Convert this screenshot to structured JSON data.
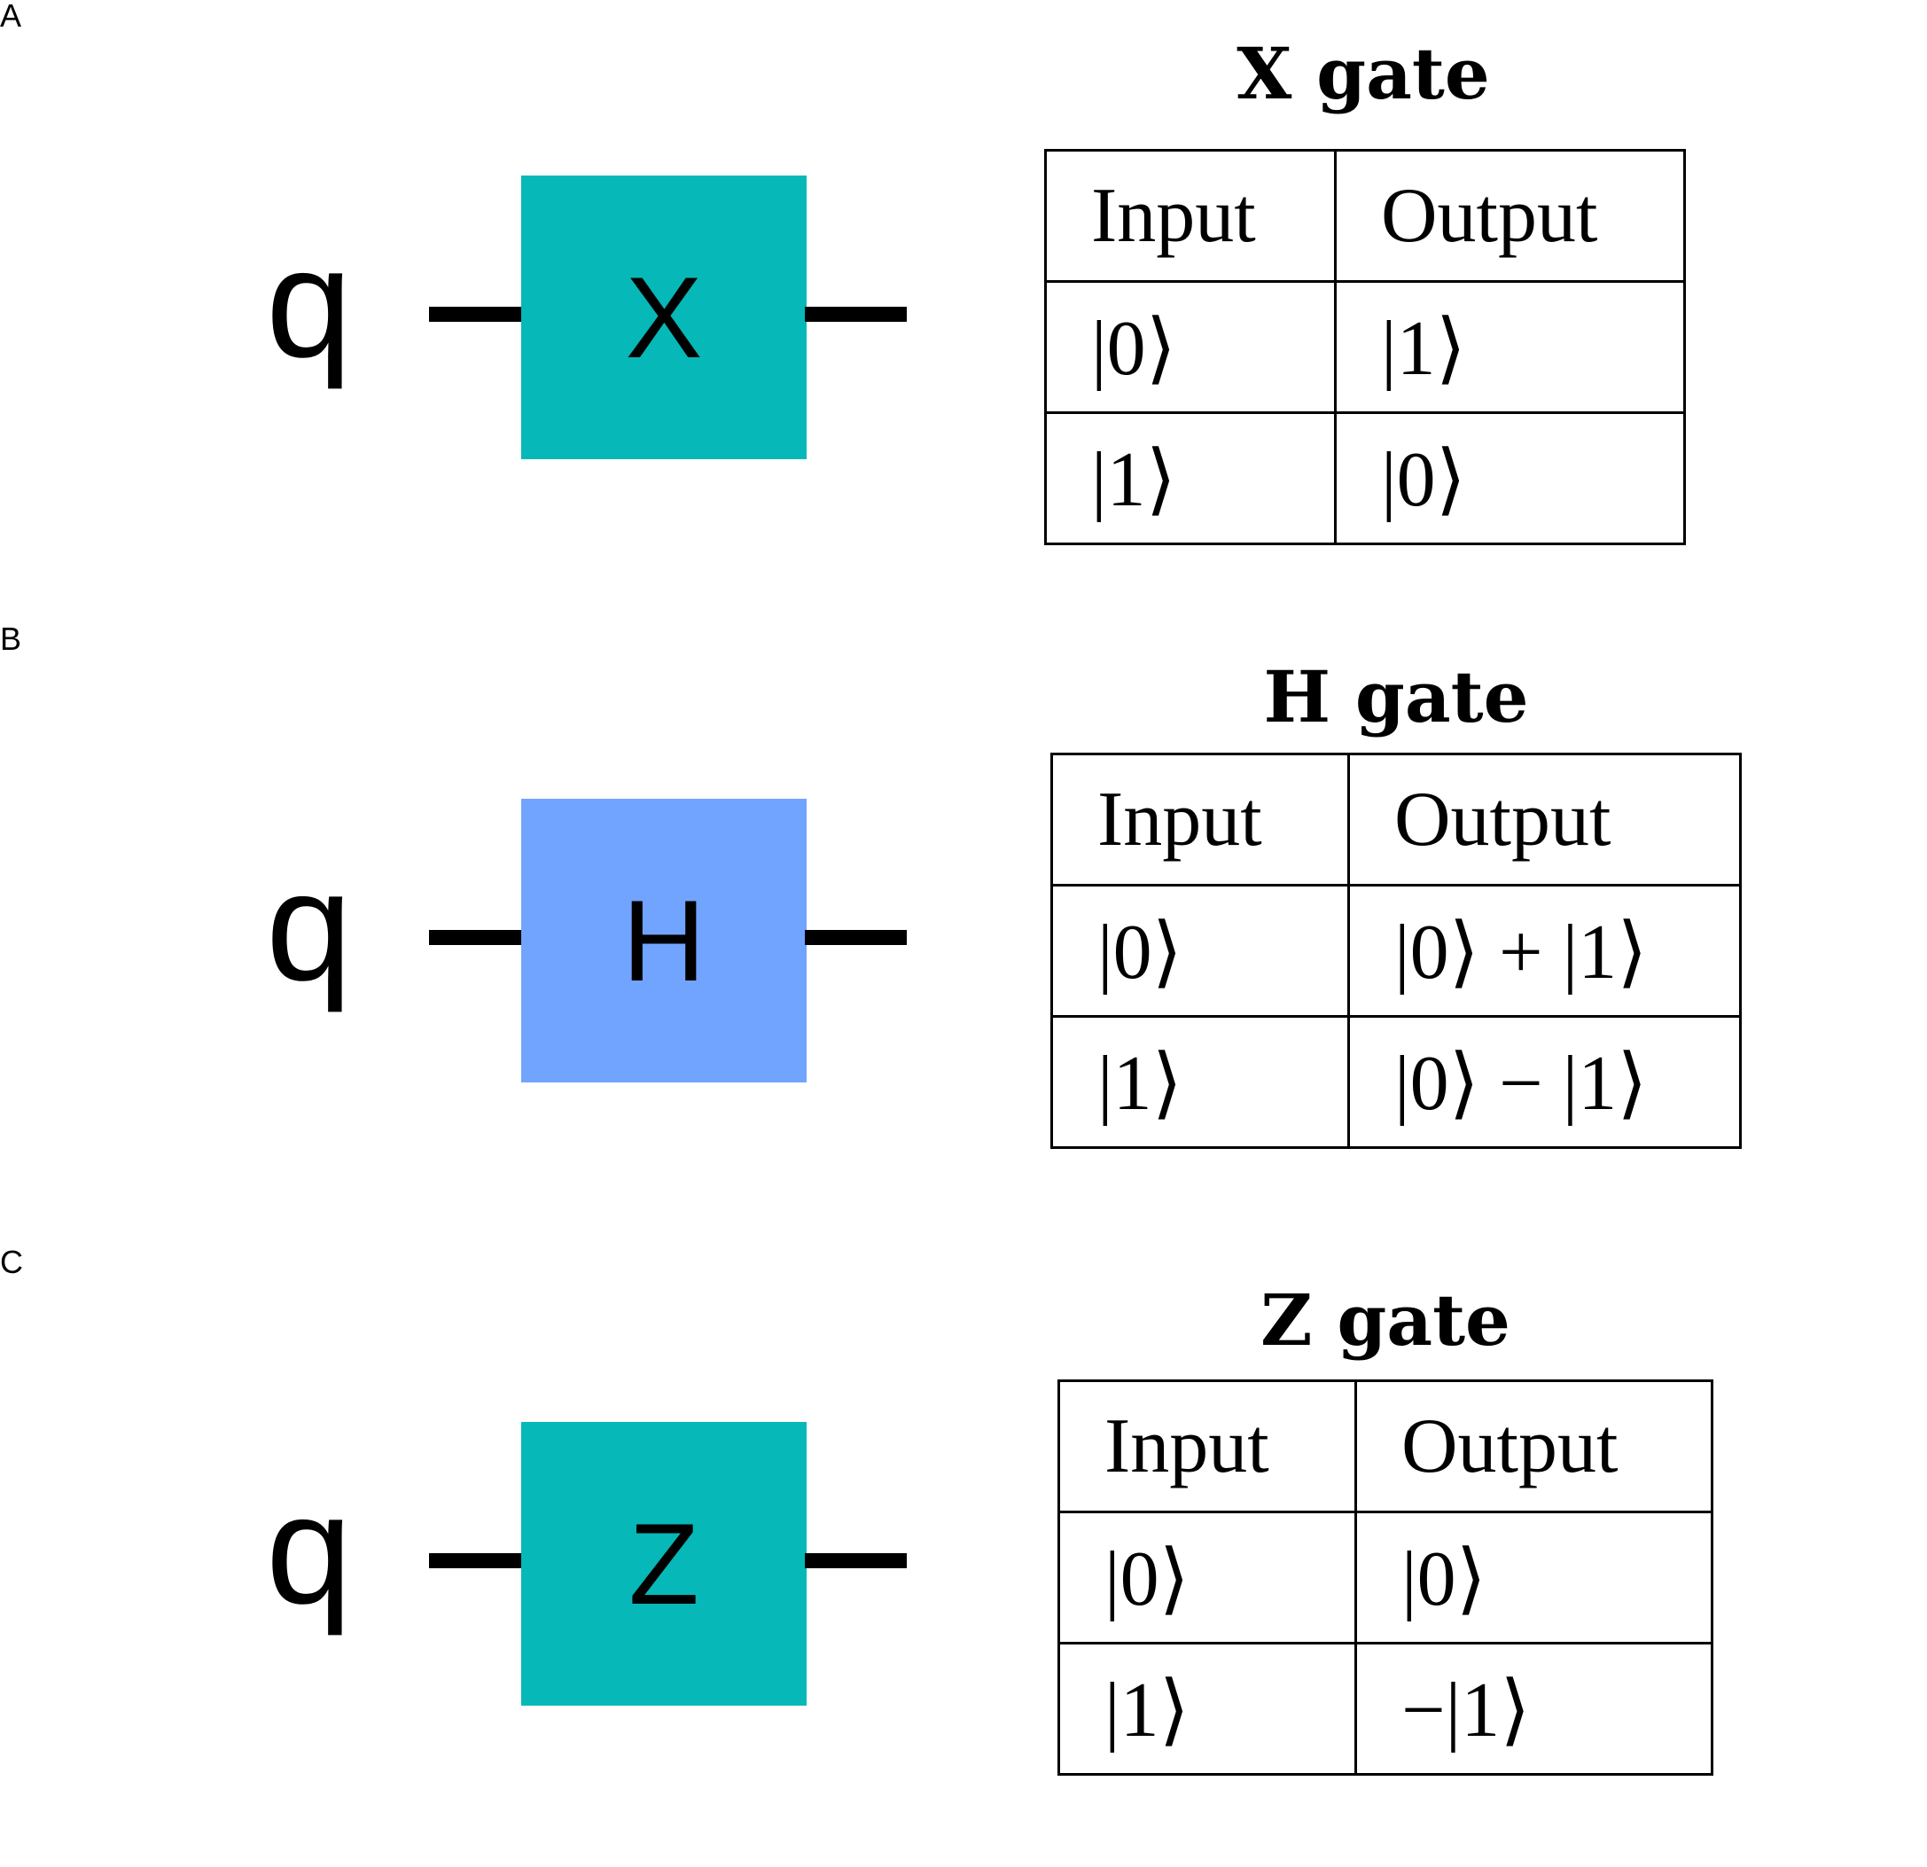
{
  "panels": [
    {
      "letter": "A",
      "qubit": "q",
      "gate_symbol": "X",
      "gate_color": "#06b8b7",
      "table_title": "X gate",
      "headers": [
        "Input",
        "Output"
      ],
      "rows": [
        [
          "|0⟩",
          "|1⟩"
        ],
        [
          "|1⟩",
          "|0⟩"
        ]
      ]
    },
    {
      "letter": "B",
      "qubit": "q",
      "gate_symbol": "H",
      "gate_color": "#71a4fe",
      "table_title": "H gate",
      "headers": [
        "Input",
        "Output"
      ],
      "rows": [
        [
          "|0⟩",
          "|0⟩ + |1⟩"
        ],
        [
          "|1⟩",
          "|0⟩ − |1⟩"
        ]
      ]
    },
    {
      "letter": "C",
      "qubit": "q",
      "gate_symbol": "Z",
      "gate_color": "#06b8b7",
      "table_title": "Z gate",
      "headers": [
        "Input",
        "Output"
      ],
      "rows": [
        [
          "|0⟩",
          "|0⟩"
        ],
        [
          "|1⟩",
          "−|1⟩"
        ]
      ]
    }
  ]
}
